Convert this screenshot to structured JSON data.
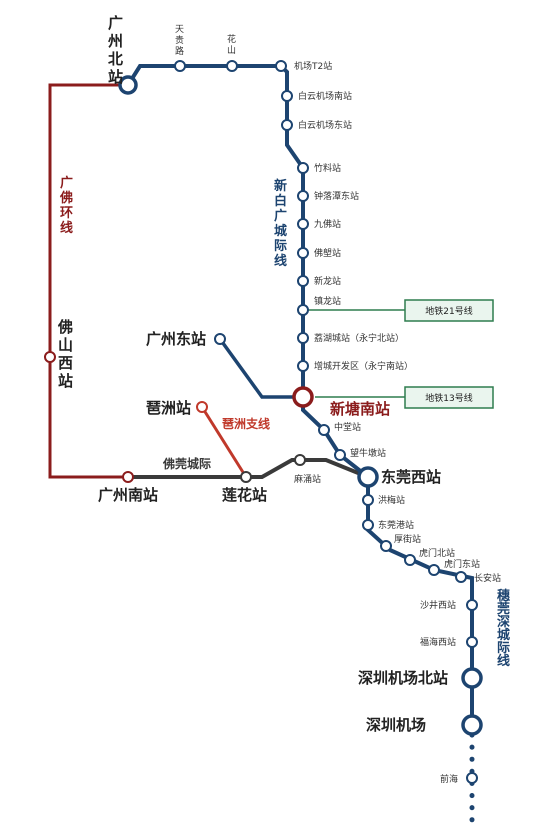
{
  "colors": {
    "main_line": "#1d4470",
    "guangfo_loop": "#8b1c1c",
    "pizhou_branch": "#c0392b",
    "foguan": "#3a3a3a",
    "metro_tag": "#2e7d4f",
    "metro_tag_bg": "#eaf5ee",
    "water": "#ffffff"
  },
  "lines": {
    "xinbaiguang": "新白广城际线",
    "guangfo": "广佛环线",
    "pizhou": "琶洲支线",
    "foguan": "佛莞城际",
    "suiguanshen": "穗莞深城际线"
  },
  "stations": {
    "guangzhou_north": "广州北站",
    "tiangui_road": "天贵路",
    "huashan": "花山",
    "airport_t2": "机场T2站",
    "baiyun_airport_south": "白云机场南站",
    "baiyun_airport_east": "白云机场东站",
    "zhuliao": "竹料站",
    "zhongluotan_east": "钟落潭东站",
    "jiufo": "九佛站",
    "fowan": "佛塱站",
    "xinlong": "新龙站",
    "zhenlong": "镇龙站",
    "lihu_city": "荔湖城站（永宁北站）",
    "zengcheng_dev": "增城开发区（永宁南站）",
    "xintang_south": "新塘南站",
    "zhongtang": "中堂站",
    "wangniudun": "望牛墩站",
    "dongguan_west": "东莞西站",
    "hongmei": "洪梅站",
    "dongguan_port": "东莞港站",
    "houjie": "厚街站",
    "humen_north": "虎门北站",
    "humen_east": "虎门东站",
    "changan": "长安站",
    "shajing_west": "沙井西站",
    "fuhai_west": "福海西站",
    "shenzhen_airport_north": "深圳机场北站",
    "shenzhen_airport": "深圳机场",
    "qianhai": "前海",
    "guangzhou_east": "广州东站",
    "foshan_west": "佛山西站",
    "pizhou": "琶洲站",
    "guangzhou_south": "广州南站",
    "lianhua": "莲花站",
    "mayong": "麻涌站"
  },
  "metro_transfers": {
    "line21": "地铁21号线",
    "line13": "地铁13号线"
  }
}
